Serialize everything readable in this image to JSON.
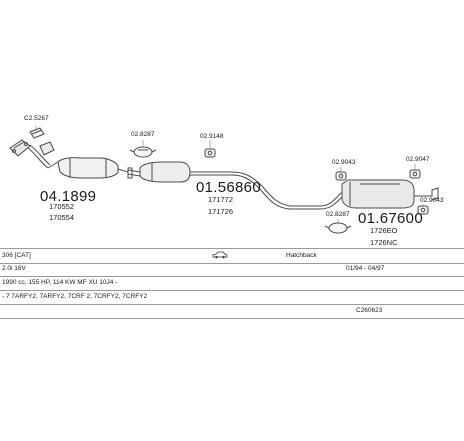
{
  "parts": {
    "front_pipe_clamp_code": "C2.5267",
    "catalyst_code": "04.1899",
    "catalyst_refs": [
      "170552",
      "170554"
    ],
    "clamp_mid_code": "02.8287",
    "rubber_mid_code": "02.9148",
    "middle_silencer_code": "01.56860",
    "middle_silencer_refs": [
      "171772",
      "171726"
    ],
    "rubber_rear_a_code": "02.9043",
    "rubber_rear_b_code": "02.9047",
    "rubber_rear_c_code": "02.9043",
    "clamp_rear_code": "02.8287",
    "rear_silencer_code": "01.67600",
    "rear_silencer_refs": [
      "1726EO",
      "1726NC"
    ]
  },
  "vehicle": {
    "model": "306 [CAT]",
    "body_type": "Hatchback",
    "car_icon": "car-icon",
    "engine": "2.0i 16V",
    "date_range": "01/94 - 04/97",
    "engine_details": "1990 cc, 155 HP, 114 KW MF XU 10J4 -",
    "engine_codes": "- 7 7ARFY2, 7ARFY2, 7CRF 2, 7CRFY2, 7CRFY2",
    "catalog_code": "C260623"
  }
}
